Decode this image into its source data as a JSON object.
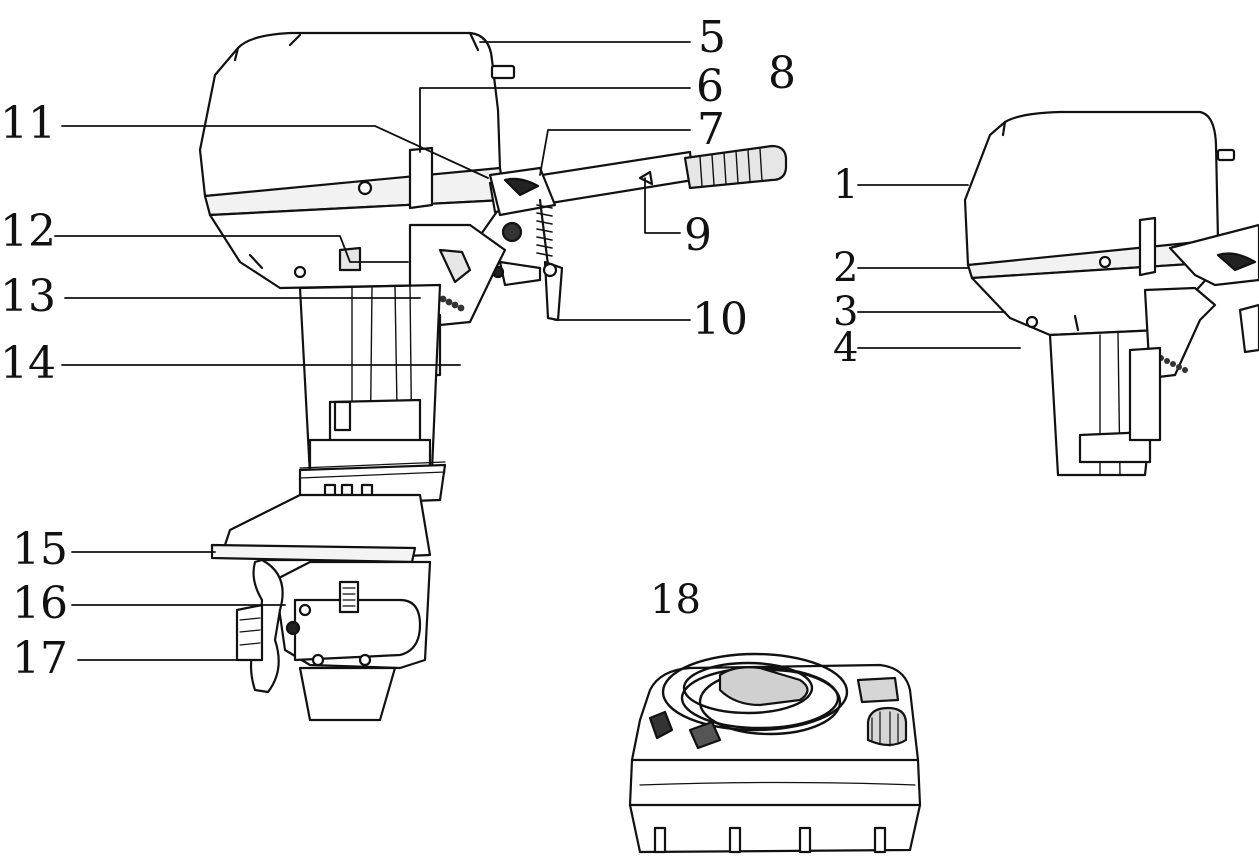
{
  "diagram": {
    "colors": {
      "line": "#111111",
      "fill": "#ffffff",
      "shade": "#e6e6e6",
      "dark": "#222222"
    },
    "callouts": {
      "c1": "1",
      "c2": "2",
      "c3": "3",
      "c4": "4",
      "c5": "5",
      "c6": "6",
      "c7": "7",
      "c8": "8",
      "c9": "9",
      "c10": "10",
      "c11": "11",
      "c12": "12",
      "c13": "13",
      "c14": "14",
      "c15": "15",
      "c16": "16",
      "c17": "17",
      "c18": "18"
    }
  }
}
